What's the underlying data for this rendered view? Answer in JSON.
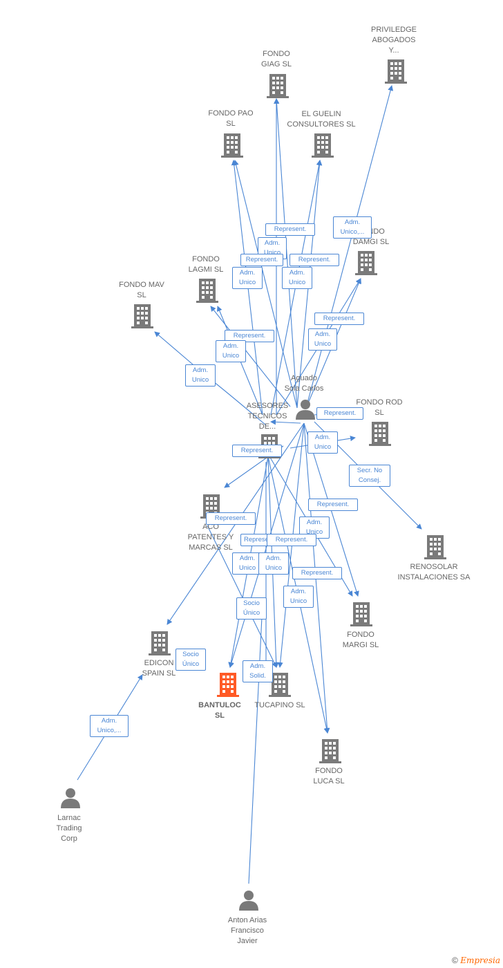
{
  "colors": {
    "edge": "#4a86d4",
    "node": "#7a7a7a",
    "main": "#ff5a26"
  },
  "companies": {
    "priviledge": "PRIVILEDGE\nABOGADOS\nY...",
    "giag": "FONDO\nGIAG  SL",
    "pao": "FONDO PAO\nSL",
    "guelin": "EL GUELIN\nCONSULTORES SL",
    "damgi": "FONDO\nDAMGI  SL",
    "damgi_prefix": "DO",
    "lagmi": "FONDO\nLAGMI  SL",
    "mav": "FONDO MAV\nSL",
    "asesores": "ASESORES\nTECNICOS\nDE...",
    "rod": "FONDO ROD\nSL",
    "aco": "ACO\nPATENTES Y\nMARCAS SL",
    "renosolar": "RENOSOLAR\nINSTALACIONES SA",
    "margi": "FONDO\nMARGI  SL",
    "edicon": "EDICON\nSPAIN SL",
    "bantuloc": "BANTULOC\nSL",
    "tucapino": "TUCAPINO  SL",
    "luca": "FONDO\nLUCA  SL"
  },
  "persons": {
    "aguado": "Aguado\nSola Carlos",
    "larnac": "Larnac\nTrading\nCorp",
    "anton": "Anton Arias\nFrancisco\nJavier"
  },
  "edge_labels": {
    "e1": "Represent.",
    "e2": "Adm.\nUnico,...",
    "e3": "Adm.\nUnico",
    "e4": "Represent.",
    "e5": "Represent.",
    "e6": "Adm.\nUnico",
    "e7": "Adm.\nUnico",
    "e8": "Represent.",
    "e9": "Represent.",
    "e10": "Adm.\nUnico",
    "e11": "Adm.\nUnico",
    "e12": "Adm.\nUnico",
    "e13": "Represent.",
    "e14": "Adm.\nUnico",
    "e15": "Represent.",
    "e16": "Secr.  No\nConsej.",
    "e17": "Represent.",
    "e18": "Represent.",
    "e19": "Adm.\nUnico",
    "e20": "Represent.",
    "e21": "Represent.",
    "e22": "Adm.\nUnico",
    "e23": "Adm.\nUnico",
    "e24": "Represent.",
    "e25": "Adm.\nUnico",
    "e26": "Socio\nÚnico",
    "e27": "Socio\nÚnico",
    "e28": "Adm.\nSolid.",
    "e29": "Adm.\nUnico,..."
  },
  "footer": {
    "copyright": "©",
    "brand": "Empresia"
  }
}
